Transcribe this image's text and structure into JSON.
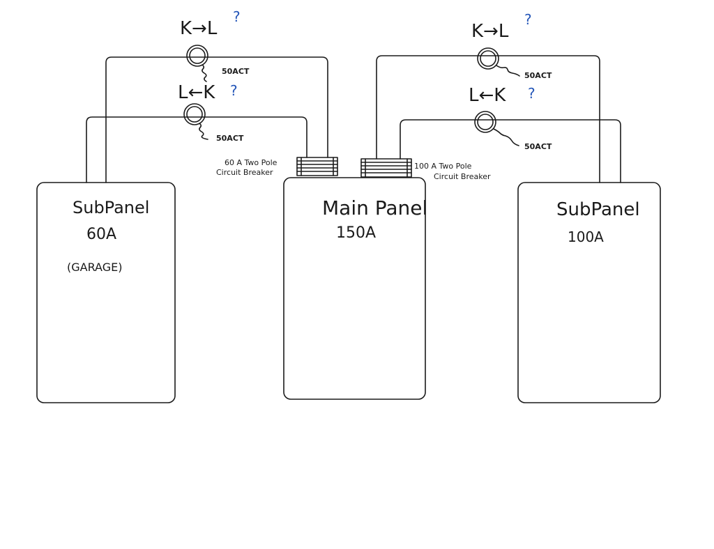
{
  "panels": {
    "left": {
      "title": "SubPanel",
      "rating": "60A",
      "location": "(GARAGE)"
    },
    "main": {
      "title": "Main Panel",
      "rating": "150A"
    },
    "right": {
      "title": "SubPanel",
      "rating": "100A"
    }
  },
  "breakers": {
    "left": {
      "line1": "60 A Two Pole",
      "line2": "Circuit Breaker"
    },
    "right": {
      "line1": "100 A Two Pole",
      "line2": "Circuit Breaker"
    }
  },
  "cts": {
    "left_upper": {
      "direction": "K→L",
      "query": "?",
      "rating": "50ACT"
    },
    "left_lower": {
      "direction": "L←K",
      "query": "?",
      "rating": "50ACT"
    },
    "right_upper": {
      "direction": "K→L",
      "query": "?",
      "rating": "50ACT"
    },
    "right_lower": {
      "direction": "L←K",
      "query": "?",
      "rating": "50ACT"
    }
  },
  "colors": {
    "ink": "#1a1a1a",
    "question_mark": "#2456b8",
    "paper": "#ffffff"
  }
}
